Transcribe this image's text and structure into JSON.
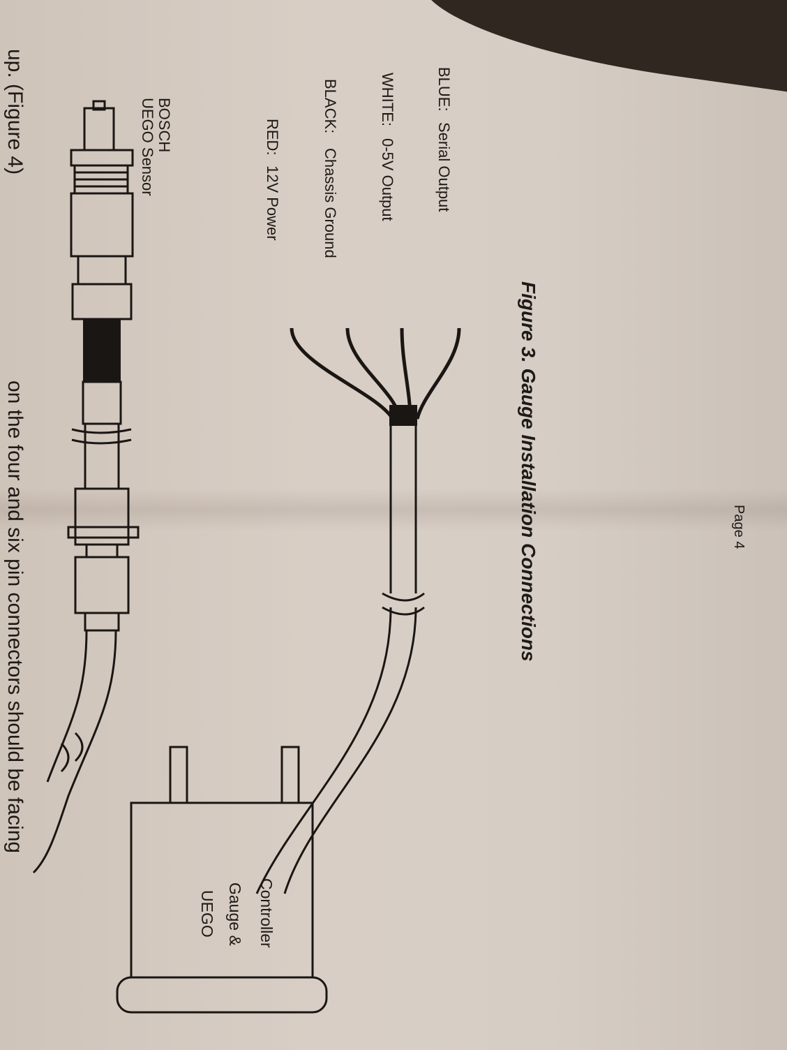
{
  "document": {
    "header_text_left": "up. (Figure 4)",
    "header_text_right": "on the four and six pin connectors should be facing",
    "sensor_label_line1": "BOSCH",
    "sensor_label_line2": "UEGO Sensor",
    "wires": [
      {
        "color_name": "RED:",
        "function": "12V Power"
      },
      {
        "color_name": "BLACK:",
        "function": "Chassis Ground"
      },
      {
        "color_name": "WHITE:",
        "function": "0-5V Output"
      },
      {
        "color_name": "BLUE:",
        "function": "Serial Output"
      }
    ],
    "gauge_label_line1": "UEGO",
    "gauge_label_line2": "Gauge &",
    "gauge_label_line3": "Controller",
    "figure_number": "Figure 3.",
    "figure_title": "Gauge Installation Connections",
    "page_number": "Page 4"
  }
}
